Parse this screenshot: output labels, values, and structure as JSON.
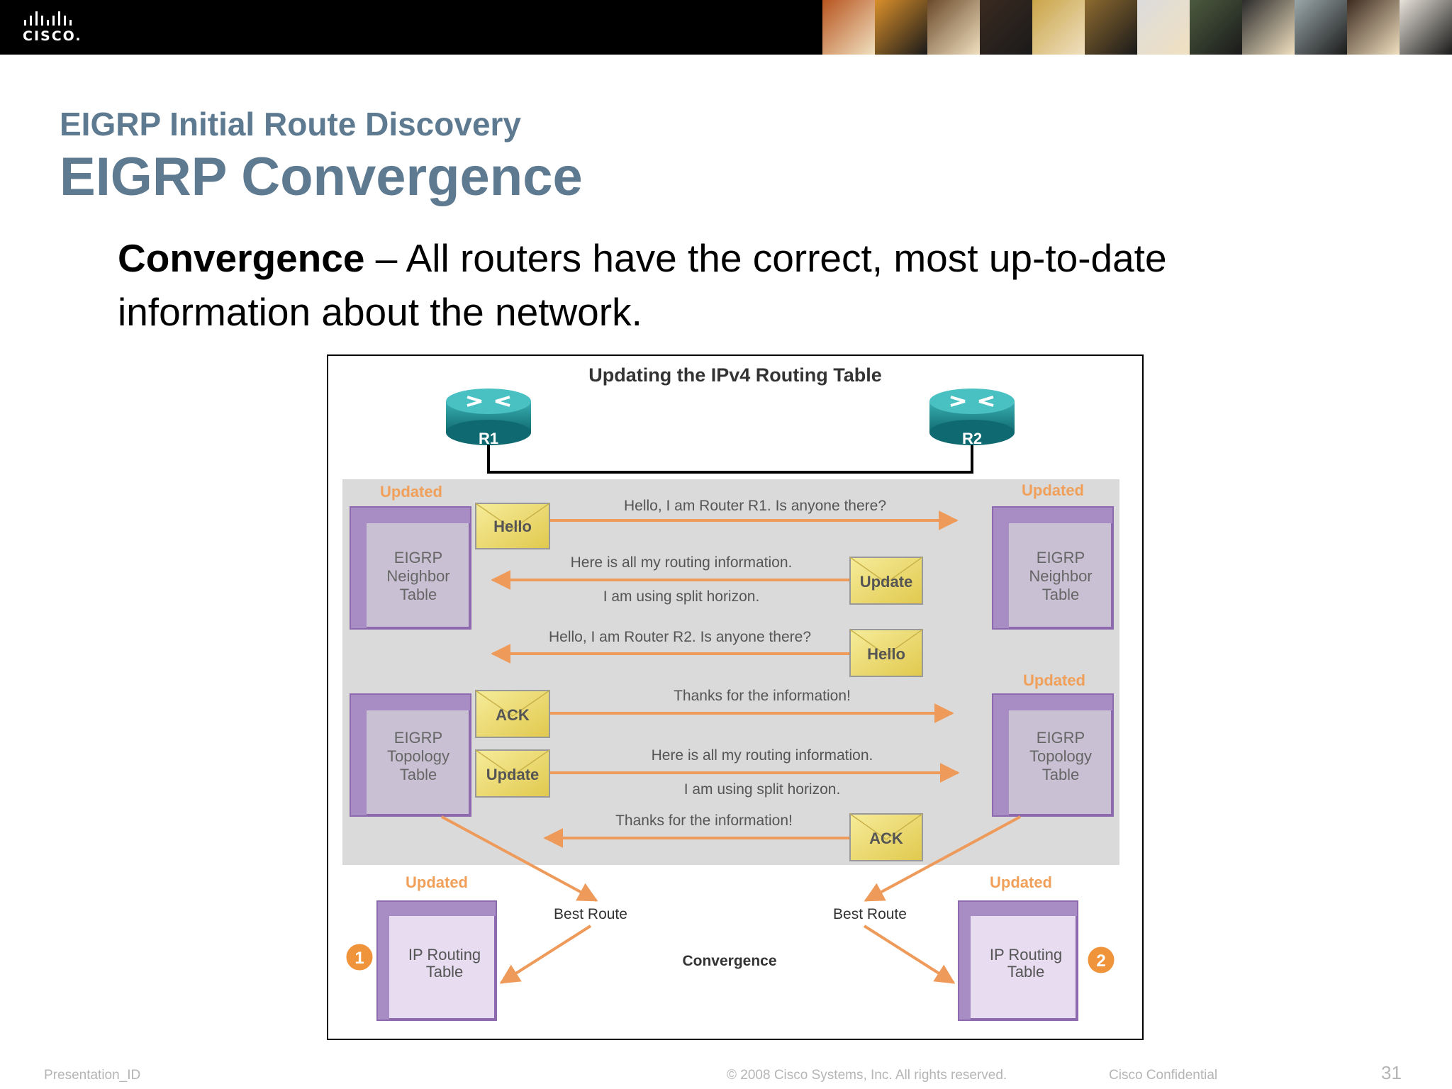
{
  "header": {
    "logo_text": "CISCO.",
    "photo_colors": [
      "#b8551f",
      "#d98f2a",
      "#6b4a2a",
      "#3a2a20",
      "#c9a448",
      "#8e6a2f",
      "#dcdcdc",
      "#4c5b3f",
      "#2c2c2c",
      "#9aa7a9",
      "#3d2b1f",
      "#e8e3da"
    ]
  },
  "slide": {
    "subtitle": "EIGRP Initial Route Discovery",
    "title": "EIGRP Convergence",
    "body_term": "Convergence",
    "body_rest": " – All routers have the correct, most up-to-date information about the network."
  },
  "figure": {
    "heading": "Updating the IPv4 Routing Table",
    "router_left": "R1",
    "router_right": "R2",
    "updated_label": "Updated",
    "neighbor_table": [
      "EIGRP",
      "Neighbor",
      "Table"
    ],
    "topology_table": [
      "EIGRP",
      "Topology",
      "Table"
    ],
    "routing_table": [
      "IP Routing",
      "Table"
    ],
    "messages": {
      "hello_r1": "Hello, I am Router R1. Is anyone there?",
      "update_r2_line1": "Here is all my routing information.",
      "update_r2_line2": "I am using split horizon.",
      "hello_r2": "Hello, I am Router R2. Is anyone there?",
      "ack_r1": "Thanks for the information!",
      "update_r1_line1": "Here is all my routing information.",
      "update_r1_line2": "I am using split horizon.",
      "ack_r2": "Thanks for the information!"
    },
    "envelopes": {
      "hello": "Hello",
      "update": "Update",
      "ack": "ACK"
    },
    "best_route": "Best Route",
    "convergence": "Convergence",
    "badge_left": "1",
    "badge_right": "2",
    "colors": {
      "arrow": "#ee9a5a",
      "updated": "#f0a05a",
      "table_border": "#8d6aae",
      "table_fill": "#c9c0d4",
      "routing_fill": "#e7dcf0",
      "envelope": "#efe07a",
      "panel": "#dadada",
      "router": "#1f8a8f",
      "badge": "#f0943c"
    }
  },
  "footer": {
    "presentation_id": "Presentation_ID",
    "copyright": "© 2008 Cisco Systems, Inc. All rights reserved.",
    "confidential": "Cisco Confidential",
    "page_number": "31"
  }
}
